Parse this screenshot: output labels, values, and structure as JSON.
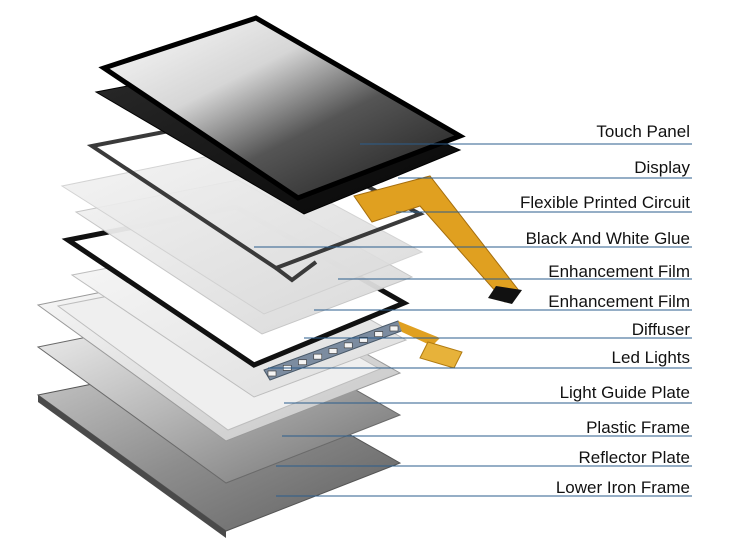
{
  "layers": [
    {
      "id": "touch-panel",
      "label": "Touch Panel"
    },
    {
      "id": "display",
      "label": "Display"
    },
    {
      "id": "flexible-printed-circuit",
      "label": "Flexible Printed Circuit"
    },
    {
      "id": "black-and-white-glue",
      "label": "Black And White Glue"
    },
    {
      "id": "enhancement-film-1",
      "label": "Enhancement Film"
    },
    {
      "id": "enhancement-film-2",
      "label": "Enhancement Film"
    },
    {
      "id": "diffuser",
      "label": "Diffuser"
    },
    {
      "id": "led-lights",
      "label": "Led Lights"
    },
    {
      "id": "light-guide-plate",
      "label": "Light Guide Plate"
    },
    {
      "id": "plastic-frame",
      "label": "Plastic Frame"
    },
    {
      "id": "reflector-plate",
      "label": "Reflector Plate"
    },
    {
      "id": "lower-iron-frame",
      "label": "Lower Iron Frame"
    }
  ],
  "colors": {
    "leader_line": "#2b5d8c",
    "fpc_amber": "#e0a020",
    "frame_black": "#111111",
    "metal": "#8a8a8a"
  }
}
